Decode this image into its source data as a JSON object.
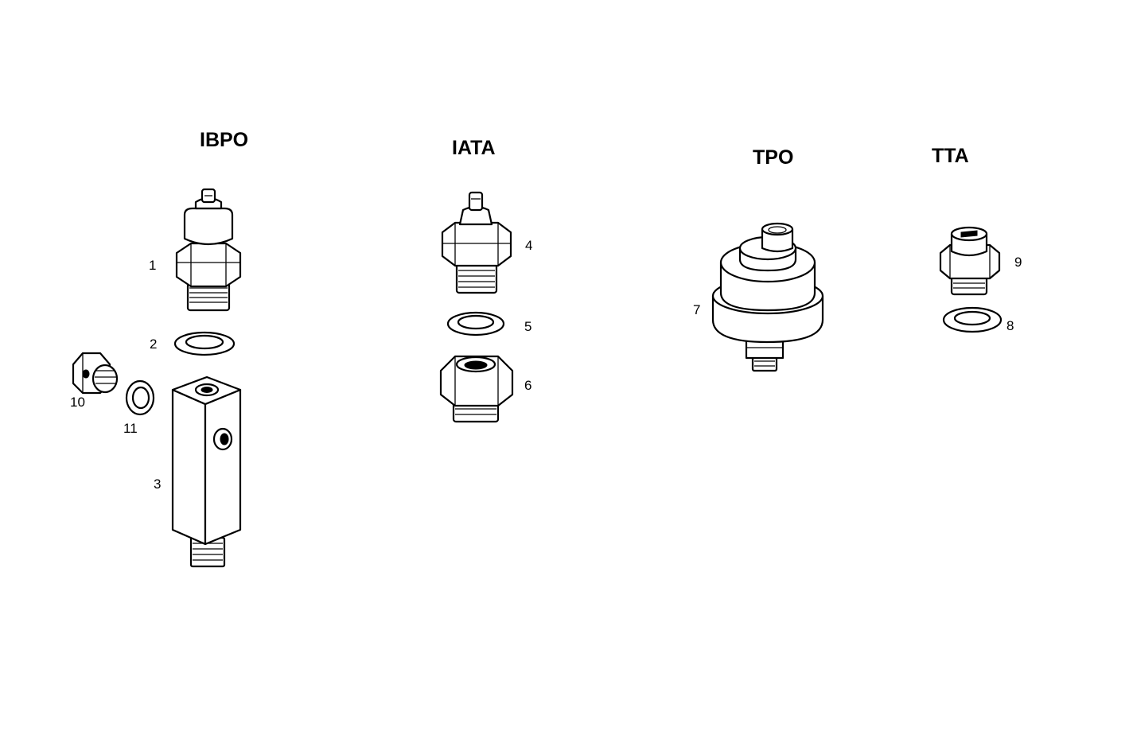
{
  "diagram": {
    "groups": [
      {
        "id": "ibpo",
        "title": "IBPO"
      },
      {
        "id": "iata",
        "title": "IATA"
      },
      {
        "id": "tpo",
        "title": "TPO"
      },
      {
        "id": "tta",
        "title": "TTA"
      }
    ],
    "callouts": [
      {
        "label": "1"
      },
      {
        "label": "2"
      },
      {
        "label": "3"
      },
      {
        "label": "4"
      },
      {
        "label": "5"
      },
      {
        "label": "6"
      },
      {
        "label": "7"
      },
      {
        "label": "8"
      },
      {
        "label": "9"
      },
      {
        "label": "10"
      },
      {
        "label": "11"
      }
    ],
    "line_color": "#000000",
    "background": "#ffffff"
  }
}
